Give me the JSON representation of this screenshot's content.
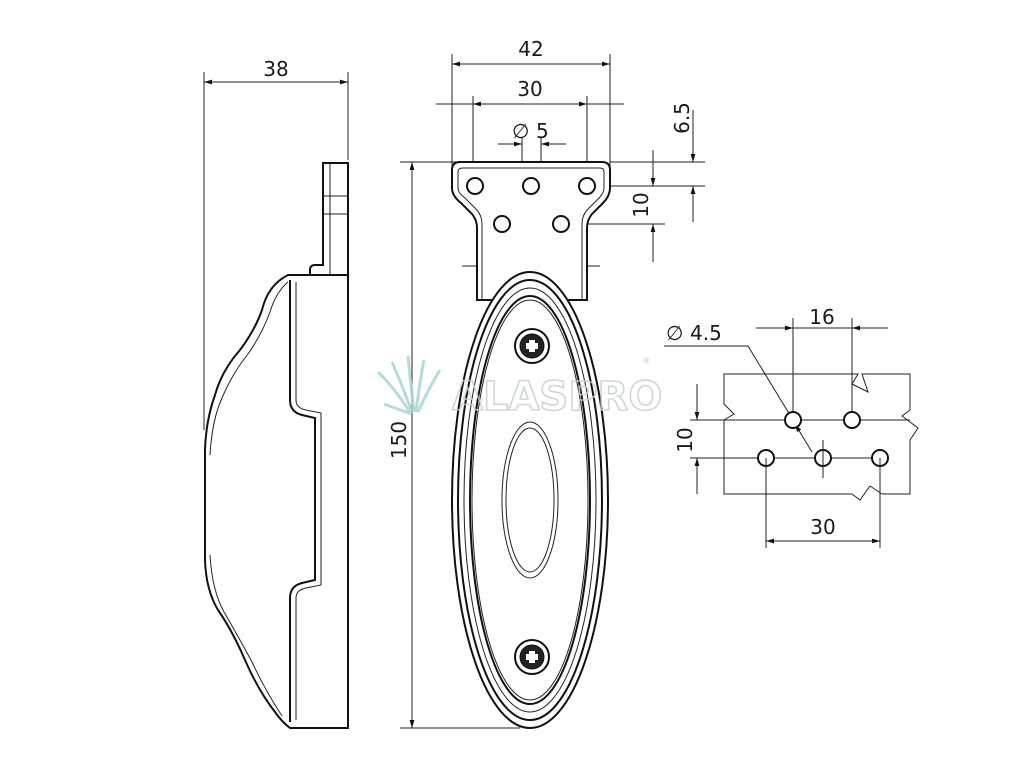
{
  "dimensions": {
    "side_width": "38",
    "plate_width": "42",
    "hole_span_top": "30",
    "hole_diameter": "5",
    "hole_offset_top": "6.5",
    "hole_row_spacing": "10",
    "hole_span_lower": "16",
    "total_height": "150",
    "pattern_hole_diameter": "4.5",
    "pattern_span_top": "16",
    "pattern_row_spacing": "10",
    "pattern_span_bottom": "30"
  },
  "symbols": {
    "diameter": "∅"
  },
  "watermark": {
    "text": "ALASPRO",
    "registered": "®",
    "logo_color": "#a8d8d4"
  },
  "colors": {
    "line": "#111111",
    "background": "#ffffff"
  }
}
